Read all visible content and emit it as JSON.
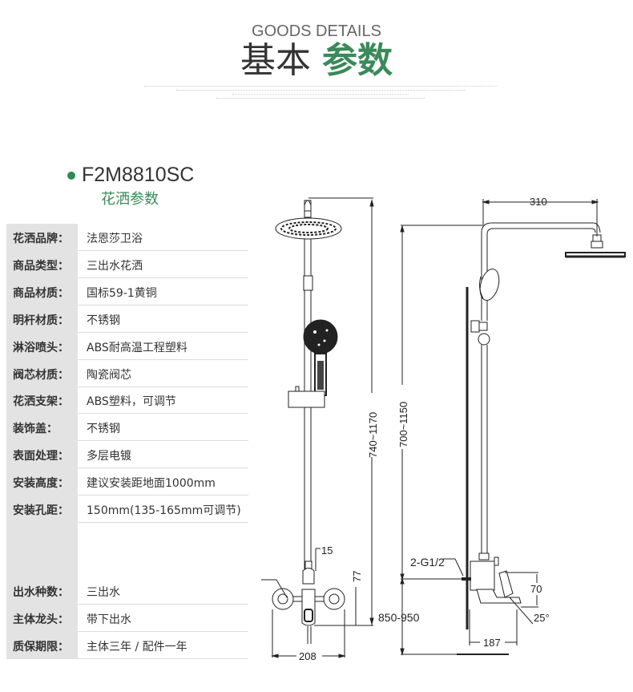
{
  "header": {
    "title_en": "GOODS DETAILS",
    "title_cn_part1": "基本",
    "title_cn_part2": "参数",
    "accent_color": "#3a8a5a"
  },
  "product": {
    "model": "F2M8810SC",
    "subtitle": "花洒参数"
  },
  "specs": [
    {
      "label": "花洒品牌：",
      "value": "法恩莎卫浴"
    },
    {
      "label": "商品类型：",
      "value": "三出水花洒"
    },
    {
      "label": "商品材质：",
      "value": "国标59-1黄铜"
    },
    {
      "label": "明杆材质：",
      "value": "不锈钢"
    },
    {
      "label": "淋浴喷头：",
      "value": "ABS耐高温工程塑料"
    },
    {
      "label": "阀芯材质：",
      "value": "陶瓷阀芯"
    },
    {
      "label": "花洒支架：",
      "value": "ABS塑料，可调节"
    },
    {
      "label": "装饰盖：",
      "value": "不锈钢"
    },
    {
      "label": "表面处理：",
      "value": "多层电镀"
    },
    {
      "label": "安装高度：",
      "value": "建议安装距地面1000mm"
    },
    {
      "label": "安装孔距：",
      "value": "150mm(135-165mm可调节)"
    },
    {
      "label": "出水种数：",
      "value": "三出水"
    },
    {
      "label": "主体龙头：",
      "value": "带下出水"
    },
    {
      "label": "质保期限：",
      "value": "主体三年 / 配件一年"
    }
  ],
  "drawing": {
    "front": {
      "height_range": "740~1170",
      "dim_15": "15",
      "dim_77": "77",
      "dim_850_950": "850-950",
      "width": "208"
    },
    "side": {
      "arm_length": "310",
      "height_range": "700~1150",
      "inlet": "2-G1/2",
      "dim_70": "70",
      "angle": "25°",
      "depth": "187"
    }
  }
}
